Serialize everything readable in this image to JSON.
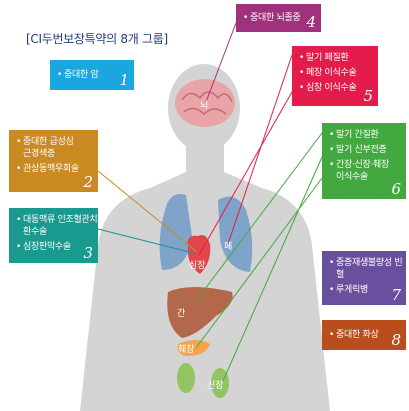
{
  "title": "[CI두번보장특약의 8개 그룹]",
  "organs": {
    "brain": "뇌",
    "lung": "폐",
    "heart": "심장",
    "liver": "간",
    "pancreas": "췌장",
    "kidney": "신장"
  },
  "groups": [
    {
      "items": [
        "중대한 암"
      ],
      "number": "1",
      "color": "#1aa6df"
    },
    {
      "items": [
        "중대한 급성심근경색증",
        "관상동맥우회술"
      ],
      "number": "2",
      "color": "#c98a22"
    },
    {
      "items": [
        "대동맥류 인조혈관치환수술",
        "심장판막수술"
      ],
      "number": "3",
      "color": "#1a9a8f"
    },
    {
      "items": [
        "중대한 뇌졸중"
      ],
      "number": "4",
      "color": "#a0317c"
    },
    {
      "items": [
        "말기 폐질환",
        "폐장 이식수술",
        "심장 이식수술"
      ],
      "number": "5",
      "color": "#e41c4b"
    },
    {
      "items": [
        "말기 간질환",
        "말기 신부전증",
        "간장·신장·췌장 이식수술"
      ],
      "number": "6",
      "color": "#43a83f"
    },
    {
      "items": [
        "중증재생불량성 빈혈",
        "루게릭병"
      ],
      "number": "7",
      "color": "#6a4f9e"
    },
    {
      "items": [
        "중대한 화상"
      ],
      "number": "8",
      "color": "#b94d1b"
    }
  ]
}
